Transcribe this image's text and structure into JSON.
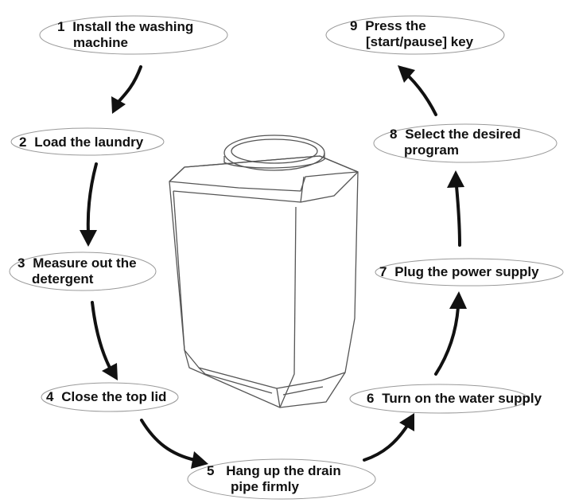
{
  "steps": [
    {
      "num": "1",
      "lines": [
        "Install the washing",
        "machine"
      ]
    },
    {
      "num": "2",
      "lines": [
        "Load the laundry"
      ]
    },
    {
      "num": "3",
      "lines": [
        "Measure out the",
        "detergent"
      ]
    },
    {
      "num": "4",
      "lines": [
        "Close the top lid"
      ]
    },
    {
      "num": "5",
      "lines": [
        "Hang up the drain",
        "pipe firmly"
      ]
    },
    {
      "num": "6",
      "lines": [
        "Turn on the water supply"
      ]
    },
    {
      "num": "7",
      "lines": [
        "Plug the power supply"
      ]
    },
    {
      "num": "8",
      "lines": [
        "Select the desired",
        "program"
      ]
    },
    {
      "num": "9",
      "lines": [
        "Press the",
        "[start/pause] key"
      ]
    }
  ],
  "colors": {
    "text": "#111111",
    "arrow": "#111111",
    "ellipse": "#9a9a9a",
    "machine": "#555555"
  },
  "illustration": "top-load-washing-machine-icon"
}
